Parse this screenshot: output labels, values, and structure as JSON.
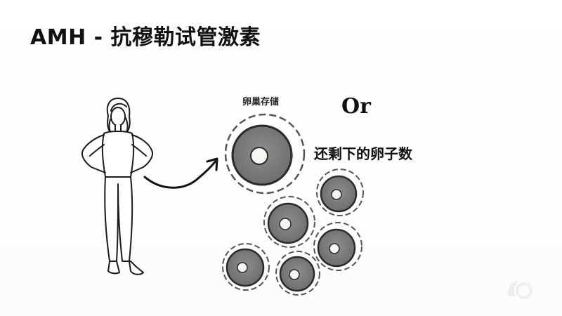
{
  "slide": {
    "title": "AMH - 抗穆勒试管激素",
    "ovary_label": "卵巢存储",
    "or_label": "Or",
    "remaining_label": "还剩下的卵子数"
  },
  "illustration": {
    "person": "woman-standing-hands-on-hips",
    "egg_count": 6
  },
  "colors": {
    "egg_fill": "#7d7d7d",
    "egg_outline": "#333333",
    "nucleus_fill": "#f6f6f2"
  }
}
